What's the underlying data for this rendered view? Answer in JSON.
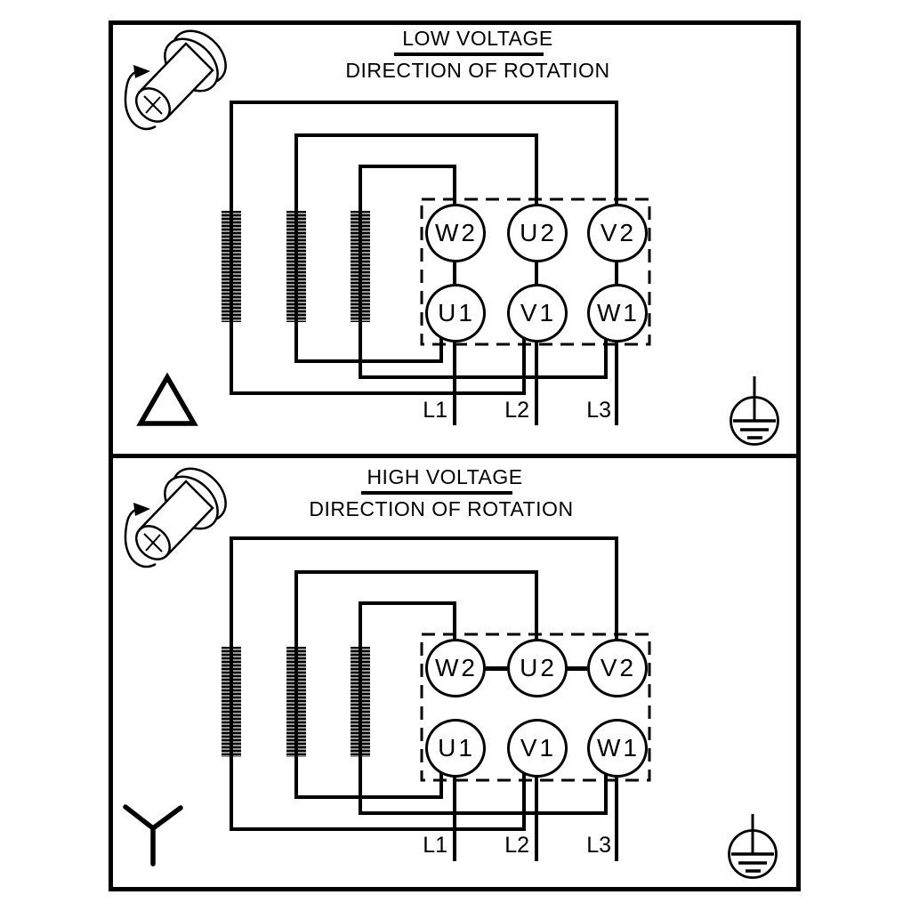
{
  "colors": {
    "line": "#000000",
    "background": "#ffffff",
    "coil_fill": "#979797"
  },
  "sections": [
    {
      "title": "LOW VOLTAGE",
      "subtitle": "DIRECTION OF ROTATION",
      "connection": "delta",
      "terminals": {
        "top": [
          "W2",
          "U2",
          "V2"
        ],
        "bottom": [
          "U1",
          "V1",
          "W1"
        ]
      },
      "supply": [
        "L1",
        "L2",
        "L3"
      ]
    },
    {
      "title": "HIGH VOLTAGE",
      "subtitle": "DIRECTION OF ROTATION",
      "connection": "star",
      "terminals": {
        "top": [
          "W2",
          "U2",
          "V2"
        ],
        "bottom": [
          "U1",
          "V1",
          "W1"
        ]
      },
      "supply": [
        "L1",
        "L2",
        "L3"
      ]
    }
  ]
}
